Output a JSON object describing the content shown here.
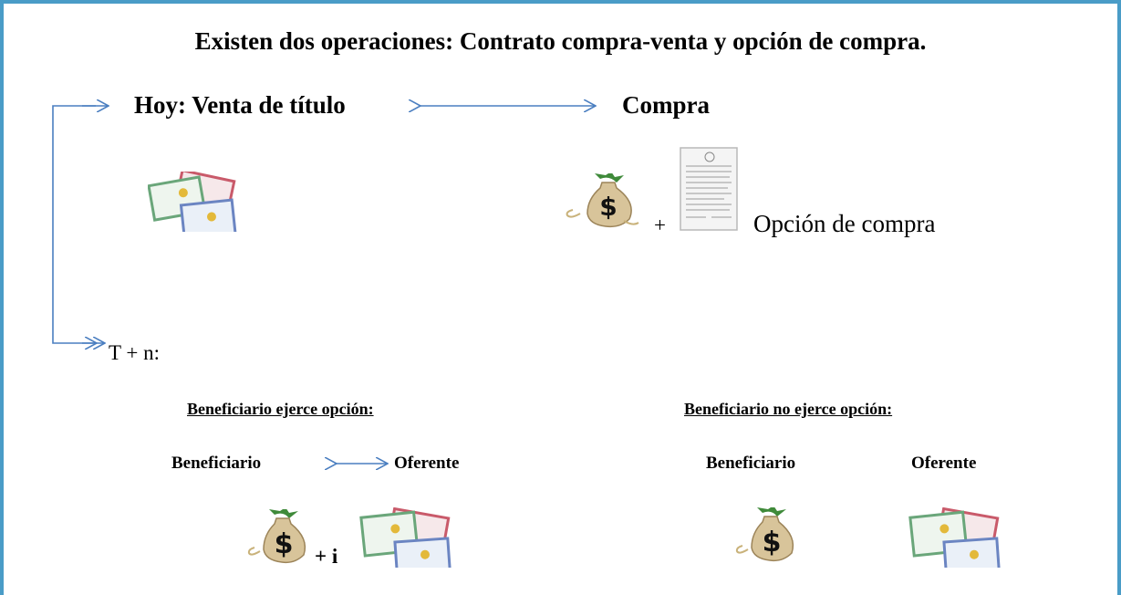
{
  "title": "Existen dos operaciones: Contrato compra-venta y opción de compra.",
  "hoy": {
    "label": "Hoy: Venta de título",
    "right": "Compra",
    "plus": "+",
    "option": "Opción de compra"
  },
  "tn": {
    "label": "T + n:"
  },
  "left_case": {
    "heading": "Beneficiario ejerce opción:",
    "from": "Beneficiario",
    "to": "Oferente",
    "plus_i": "+ i"
  },
  "right_case": {
    "heading": "Beneficiario no ejerce opción:",
    "from": "Beneficiario",
    "to": "Oferente"
  },
  "icons": [
    "money-bag-icon",
    "certificates-icon",
    "contract-document-icon"
  ],
  "colors": {
    "frame": "#4a9cc7",
    "arrow": "#4a7ec0"
  }
}
